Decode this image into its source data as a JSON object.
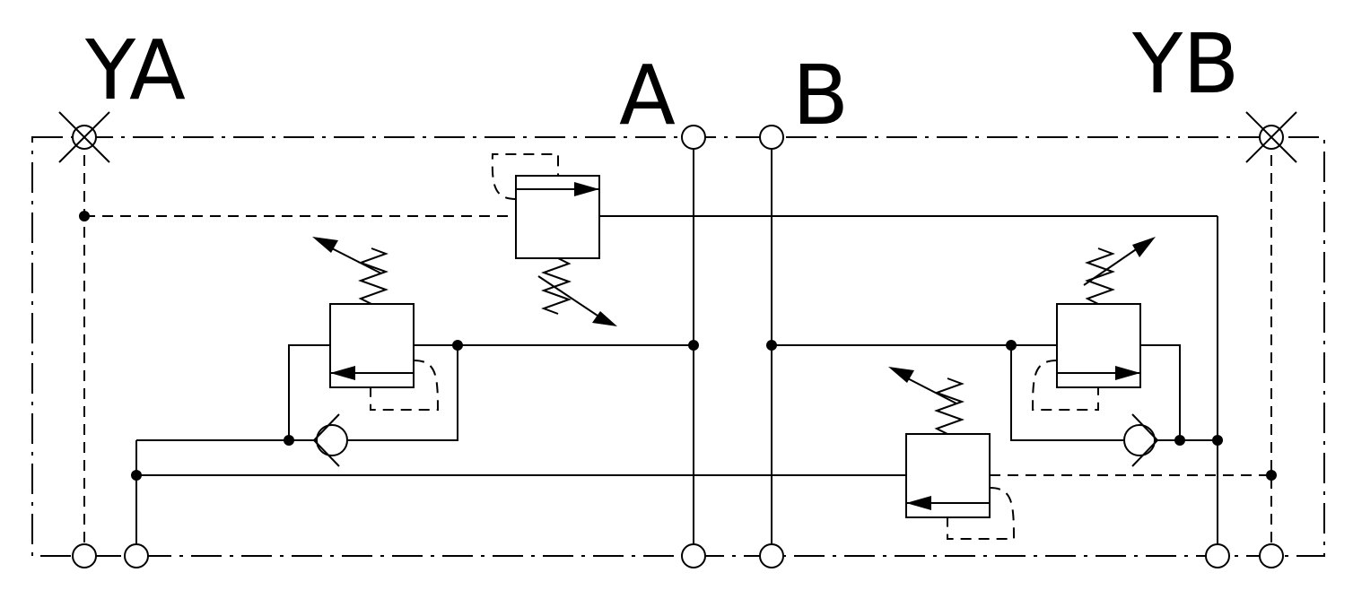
{
  "labels": {
    "ya": "YA",
    "a": "A",
    "b": "B",
    "yb": "YB"
  }
}
